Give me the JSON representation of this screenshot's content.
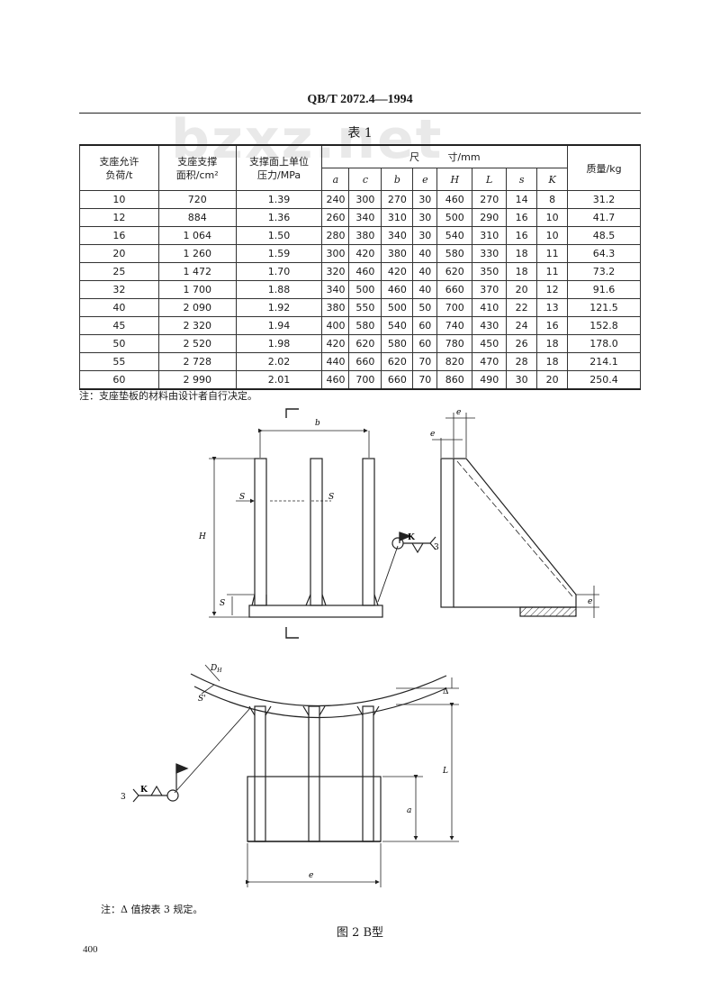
{
  "watermark": "bzxz.net",
  "header": {
    "standard": "QB/T 2072.4—1994"
  },
  "table": {
    "caption": "表 1",
    "headers": {
      "load_1": "支座允许",
      "load_2": "负荷/t",
      "area_1": "支座支撑",
      "area_2": "面积/cm²",
      "press_1": "支撑面上单位",
      "press_2": "压力/MPa",
      "dim_1": "尺",
      "dim_2": "寸/mm",
      "mass": "质量/kg",
      "a": "a",
      "c": "c",
      "b": "b",
      "e": "e",
      "H": "H",
      "L": "L",
      "s": "s",
      "K": "K"
    },
    "rows": [
      [
        "10",
        "720",
        "1.39",
        "240",
        "300",
        "270",
        "30",
        "460",
        "270",
        "14",
        "8",
        "31.2"
      ],
      [
        "12",
        "884",
        "1.36",
        "260",
        "340",
        "310",
        "30",
        "500",
        "290",
        "16",
        "10",
        "41.7"
      ],
      [
        "16",
        "1 064",
        "1.50",
        "280",
        "380",
        "340",
        "30",
        "540",
        "310",
        "16",
        "10",
        "48.5"
      ],
      [
        "20",
        "1 260",
        "1.59",
        "300",
        "420",
        "380",
        "40",
        "580",
        "330",
        "18",
        "11",
        "64.3"
      ],
      [
        "25",
        "1 472",
        "1.70",
        "320",
        "460",
        "420",
        "40",
        "620",
        "350",
        "18",
        "11",
        "73.2"
      ],
      [
        "32",
        "1 700",
        "1.88",
        "340",
        "500",
        "460",
        "40",
        "660",
        "370",
        "20",
        "12",
        "91.6"
      ],
      [
        "40",
        "2 090",
        "1.92",
        "380",
        "550",
        "500",
        "50",
        "700",
        "410",
        "22",
        "13",
        "121.5"
      ],
      [
        "45",
        "2 320",
        "1.94",
        "400",
        "580",
        "540",
        "60",
        "740",
        "430",
        "24",
        "16",
        "152.8"
      ],
      [
        "50",
        "2 520",
        "1.98",
        "420",
        "620",
        "580",
        "60",
        "780",
        "450",
        "26",
        "18",
        "178.0"
      ],
      [
        "55",
        "2 728",
        "2.02",
        "440",
        "660",
        "620",
        "70",
        "820",
        "470",
        "28",
        "18",
        "214.1"
      ],
      [
        "60",
        "2 990",
        "2.01",
        "460",
        "700",
        "660",
        "70",
        "860",
        "490",
        "30",
        "20",
        "250.4"
      ]
    ]
  },
  "note_table": "注：支座垫板的材料由设计者自行决定。",
  "drawing_labels": {
    "b": "b",
    "e": "e",
    "H": "H",
    "S": "S",
    "K": "K",
    "three": "3",
    "Dn": "D",
    "Dn_sub": "H",
    "S_prime": "S'",
    "delta": "Δ",
    "L": "L",
    "a": "a"
  },
  "note_figure": "注：Δ 值按表 3 规定。",
  "figure_caption": "图 2   B型",
  "page_number": "400"
}
